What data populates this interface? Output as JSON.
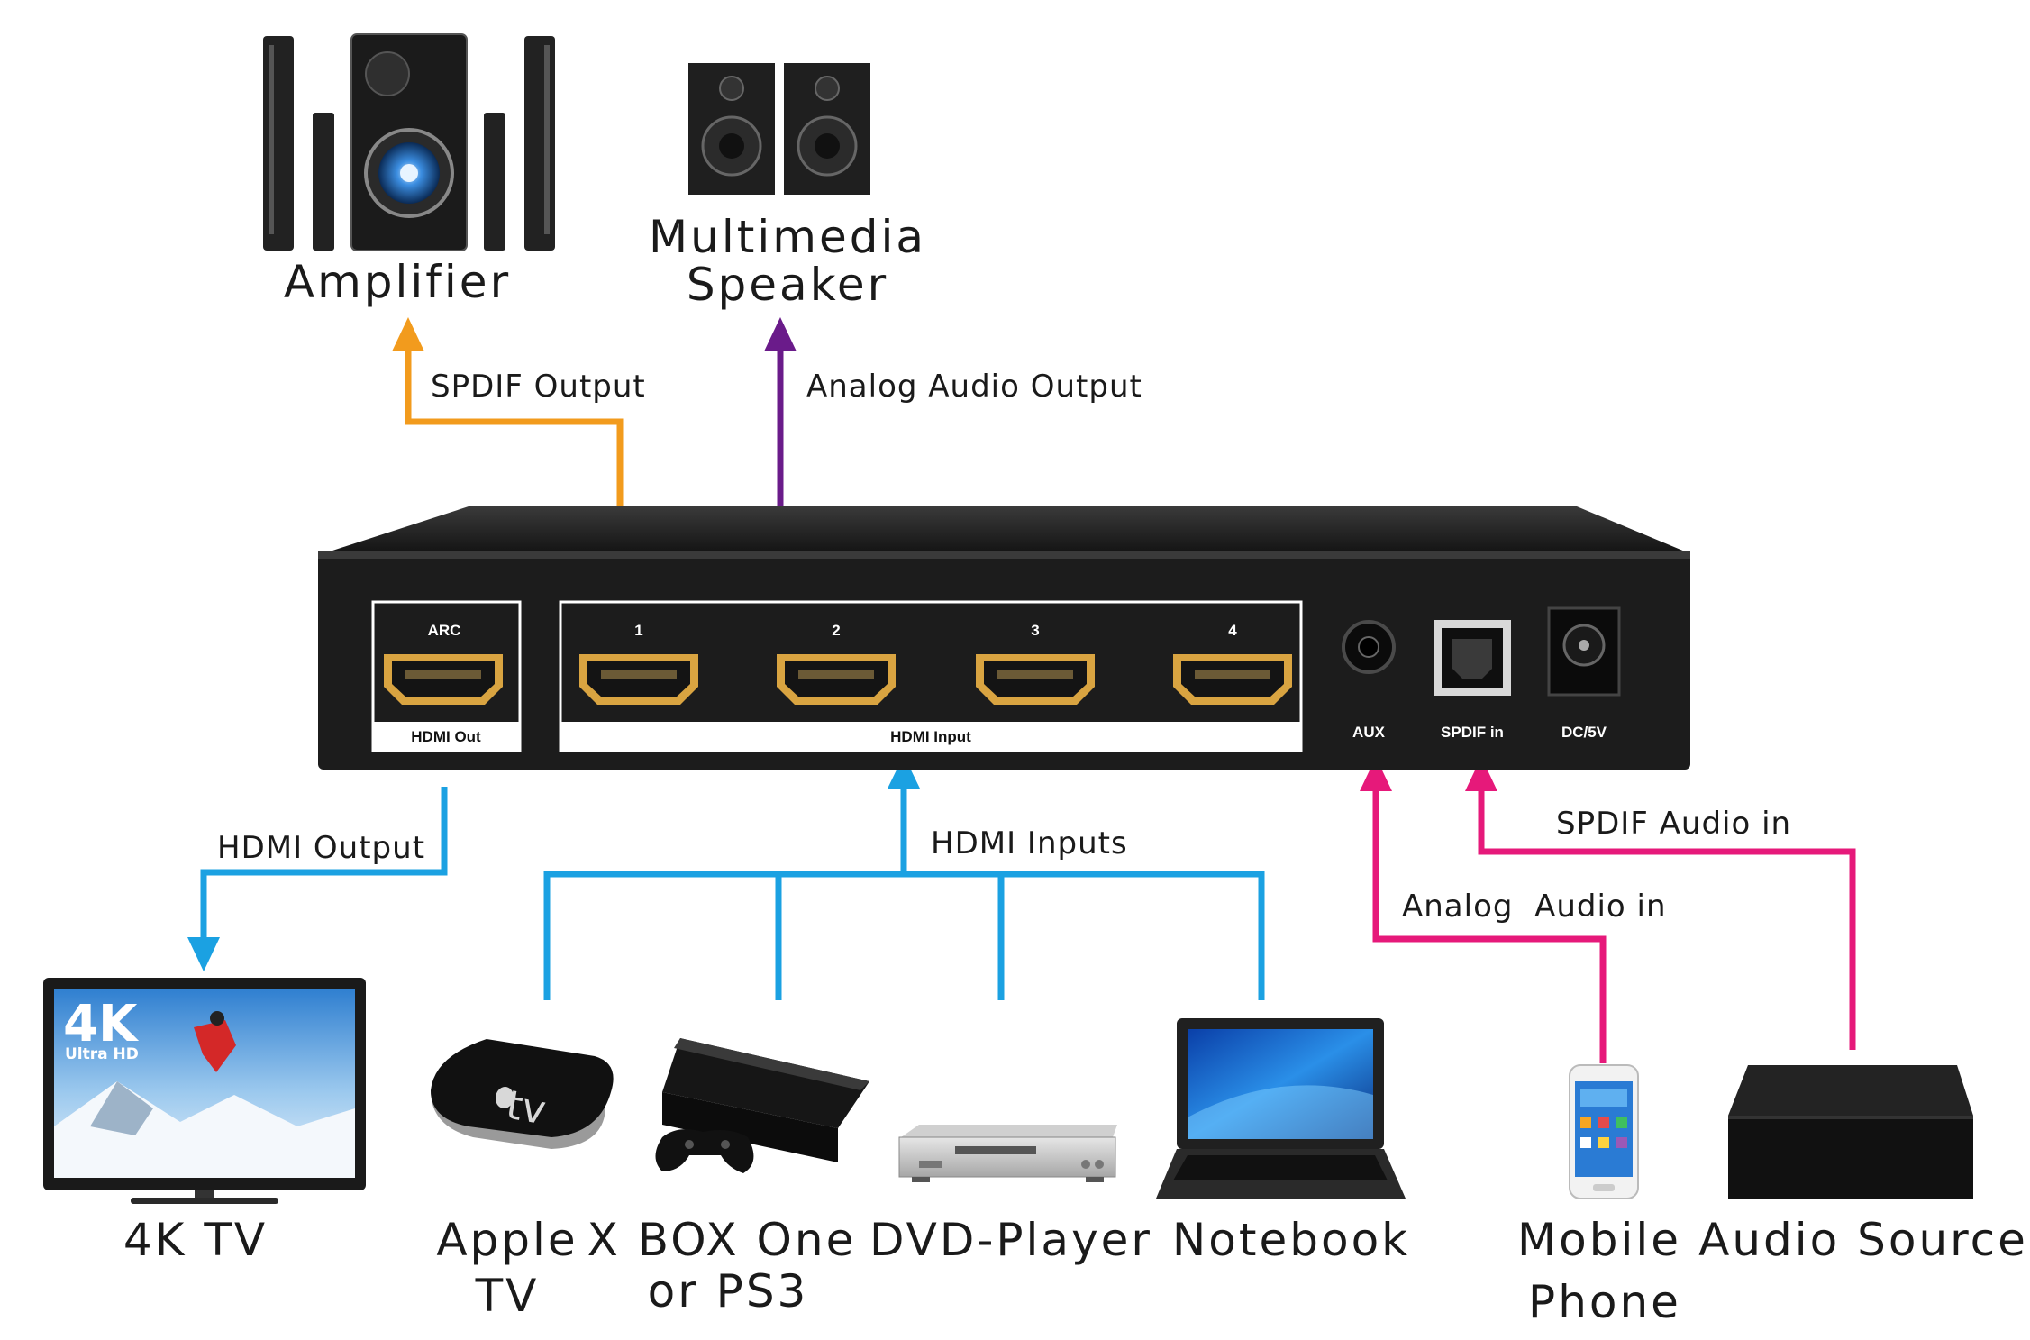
{
  "devices": {
    "amplifier": "Amplifier",
    "multimedia_speaker_line1": "Multimedia",
    "multimedia_speaker_line2": "Speaker",
    "tv": "4K TV",
    "apple_tv_line1": "Apple",
    "apple_tv_line2": "TV",
    "xbox_line1": "X BOX One",
    "xbox_line2": "or PS3",
    "dvd": "DVD-Player",
    "notebook": "Notebook",
    "mobile_line1": "Mobile",
    "mobile_line2": "Phone",
    "audio_source": "Audio Source"
  },
  "connections": {
    "spdif_output": "SPDIF Output",
    "analog_audio_output": "Analog Audio Output",
    "hdmi_output": "HDMI Output",
    "hdmi_inputs": "HDMI Inputs",
    "analog_audio_in": "Analog  Audio in",
    "spdif_audio_in": "SPDIF Audio in"
  },
  "ports": {
    "arc": "ARC",
    "hdmi_out": "HDMI Out",
    "input_1": "1",
    "input_2": "2",
    "input_3": "3",
    "input_4": "4",
    "hdmi_input": "HDMI Input",
    "aux": "AUX",
    "spdif_in": "SPDIF in",
    "dc5v": "DC/5V"
  },
  "screen_badge": {
    "big": "4K",
    "small": "Ultra HD"
  },
  "colors": {
    "spdif_output": "#f29b1d",
    "analog_output": "#6a1b8a",
    "hdmi": "#1ba1e2",
    "audio_in": "#e6197a",
    "device_body": "#1c1c1c"
  }
}
